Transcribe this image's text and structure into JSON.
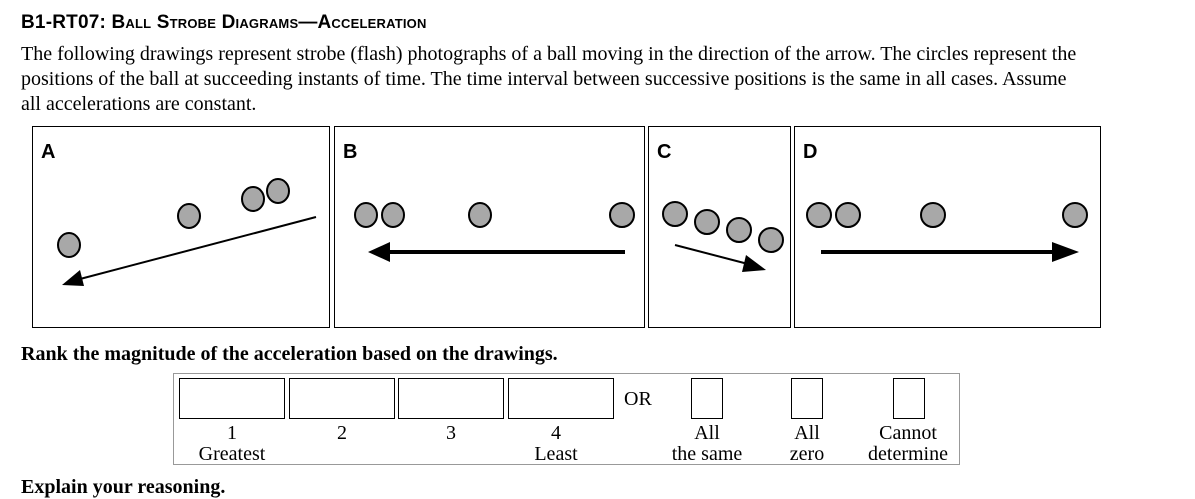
{
  "title": "B1-RT07: Ball Strobe Diagrams—Acceleration",
  "intro": "The following drawings represent strobe (flash) photographs of a ball moving in the direction of the arrow. The circles represent the positions of the ball at succeeding instants of time. The time interval between successive positions is the same in all cases. Assume all accelerations are constant.",
  "panels": [
    {
      "label": "A"
    },
    {
      "label": "B"
    },
    {
      "label": "C"
    },
    {
      "label": "D"
    }
  ],
  "question": "Rank the magnitude of the acceleration based on the drawings.",
  "ranking": {
    "ranks": [
      {
        "num": "1",
        "label": "Greatest"
      },
      {
        "num": "2",
        "label": ""
      },
      {
        "num": "3",
        "label": ""
      },
      {
        "num": "4",
        "label": "Least"
      }
    ],
    "or": "OR",
    "options": [
      {
        "l1": "All",
        "l2": "the same"
      },
      {
        "l1": "All",
        "l2": "zero"
      },
      {
        "l1": "Cannot",
        "l2": "determine"
      }
    ]
  },
  "explain": "Explain your reasoning.",
  "colors": {
    "ball": "#a8a8a8"
  }
}
